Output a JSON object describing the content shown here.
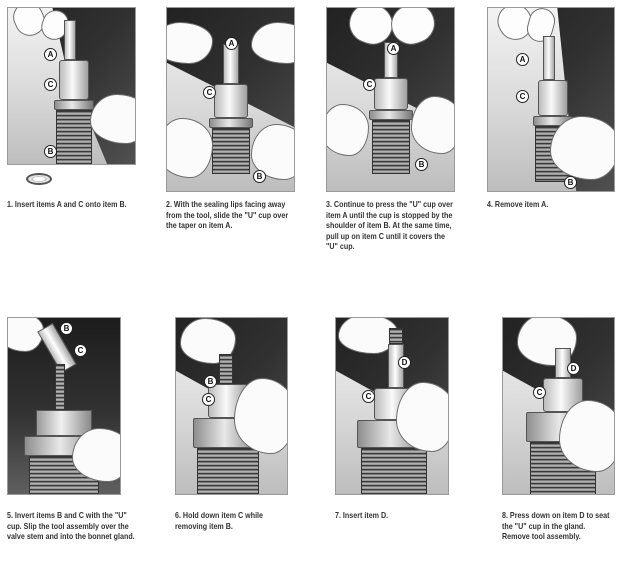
{
  "steps": [
    {
      "number": "1",
      "caption": "1. Insert items A and C onto item B.",
      "labels": [
        "A",
        "C",
        "B"
      ]
    },
    {
      "number": "2",
      "caption": "2. With the sealing lips facing away from the tool, slide the \"U\" cup over the taper on item A.",
      "labels": [
        "A",
        "C",
        "B"
      ]
    },
    {
      "number": "3",
      "caption": "3. Continue to press the \"U\" cup over item A until the cup is stopped by the shoulder of item B.  At the same time, pull up on item C until it covers the \"U\" cup.",
      "labels": [
        "A",
        "C",
        "B"
      ]
    },
    {
      "number": "4",
      "caption": "4. Remove item A.",
      "labels": [
        "A",
        "C",
        "B"
      ]
    },
    {
      "number": "5",
      "caption": "5. Invert items B and C with the \"U\" cup.  Slip the tool assembly over the valve stem and into the bonnet gland.",
      "labels": [
        "B",
        "C"
      ]
    },
    {
      "number": "6",
      "caption": "6. Hold down item C while removing item B.",
      "labels": [
        "B",
        "C"
      ]
    },
    {
      "number": "7",
      "caption": "7. Insert item D.",
      "labels": [
        "D",
        "C"
      ]
    },
    {
      "number": "8",
      "caption": "8. Press down on item D to seat the \"U\" cup in the gland. Remove tool assembly.",
      "labels": [
        "D",
        "C"
      ]
    }
  ]
}
